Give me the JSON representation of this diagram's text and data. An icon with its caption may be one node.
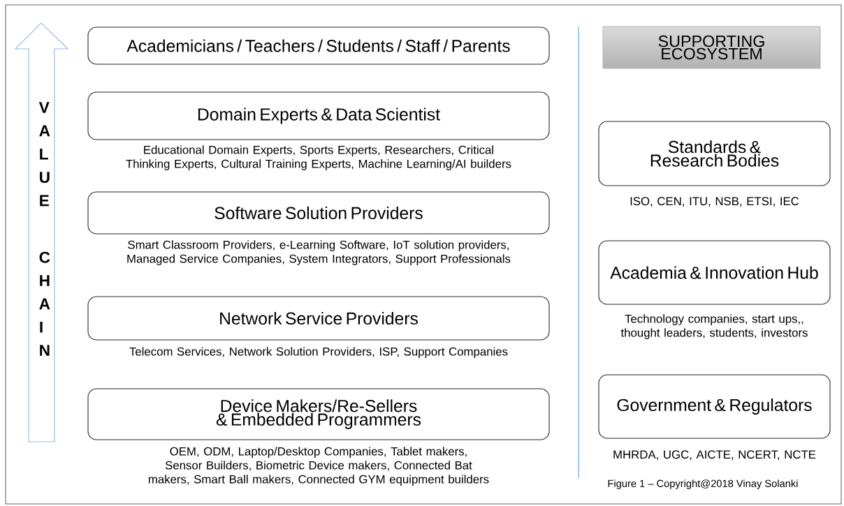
{
  "diagram": {
    "caption": "Figure 1 – Copyright@2018 Vinay Solanki",
    "nodes": [
      {
        "text": [
          "VALUE CHAIN"
        ]
      },
      {
        "text": [
          "Academicians / Teachers / Students / Staff / Parents"
        ]
      },
      {
        "text": [
          "Domain Experts & Data Scientist"
        ],
        "beside": [
          "Educational Domain Experts, Sports Experts, Researchers, Critical Thinking Experts, Cultural Training Experts, Machine Learning/AI builders"
        ]
      },
      {
        "text": [
          "Software Solution Providers"
        ],
        "beside": [
          "Smart Classroom Providers, e-Learning Software, IoT solution providers, Managed Service Companies, System Integrators, Support Professionals"
        ]
      },
      {
        "text": [
          "Network Service Providers"
        ],
        "beside": [
          "Telecom Services, Network Solution Providers, ISP, Support Companies"
        ]
      },
      {
        "text": [
          "Device Makers/Re-Sellers & Embedded Programmers"
        ],
        "beside": [
          "OEM, ODM, Laptop/Desktop Companies, Tablet makers, Sensor Builders, Biometric Device makers, Connected Bat makers, Smart Ball makers, Connected GYM equipment builders"
        ]
      },
      {
        "text": [
          "SUPPORTING ECOSYSTEM"
        ]
      },
      {
        "text": [
          "Standards & Research Bodies"
        ],
        "beside": [
          "ISO, CEN, ITU, NSB, ETSI, IEC"
        ]
      },
      {
        "text": [
          "Academia & Innovation Hub"
        ],
        "beside": [
          "Technology companies, start ups,, thought leaders, students, investors"
        ]
      },
      {
        "text": [
          "Government & Regulators"
        ],
        "beside": [
          "MHRDA, UGC, AICTE, NCERT, NCTE"
        ]
      }
    ]
  }
}
